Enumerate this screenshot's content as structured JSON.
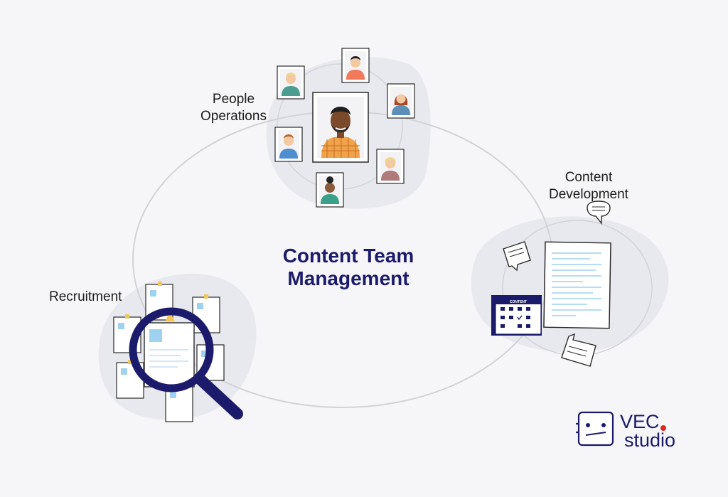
{
  "title": {
    "line1": "Content Team",
    "line2": "Management"
  },
  "nodes": {
    "people_operations": {
      "line1": "People",
      "line2": "Operations"
    },
    "content_development": {
      "line1": "Content",
      "line2": "Development"
    },
    "recruitment": {
      "label": "Recruitment"
    }
  },
  "logo": {
    "line1": "VEC",
    "line2": "studio"
  },
  "calendar": {
    "header": "CONTENT"
  },
  "colors": {
    "navy": "#1b1a6b",
    "accent_red": "#e0271f",
    "blob": "#e7e7ee",
    "ring": "#d2d2d8",
    "doc_blue": "#9fd2ef"
  }
}
